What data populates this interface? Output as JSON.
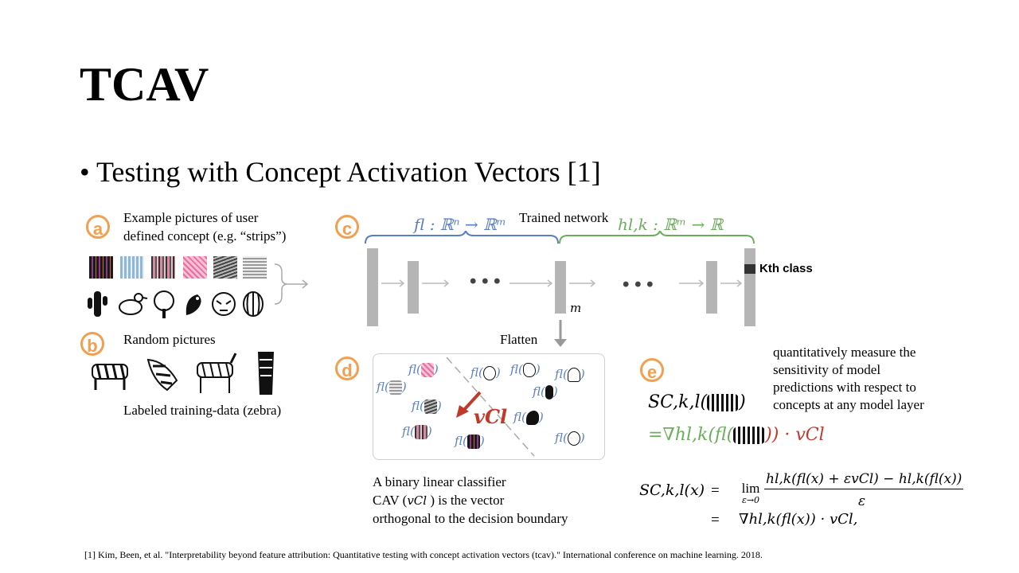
{
  "slide": {
    "title": "TCAV",
    "bullet": "• Testing with Concept Activation Vectors [1]"
  },
  "labels": {
    "a": "a",
    "b": "b",
    "c": "c",
    "d": "d",
    "e": "e"
  },
  "panel_a": {
    "text_line1": "Example pictures of user",
    "text_line2": "defined concept (e.g. “strips”)"
  },
  "panel_b": {
    "random": "Random pictures",
    "labeled": "Labeled training-data (zebra)"
  },
  "panel_c": {
    "network_label": "Trained network",
    "f_formula": "fl : ℝⁿ → ℝᵐ",
    "h_formula": "hl,k : ℝᵐ → ℝ",
    "m_label": "m",
    "k_class": "Kth class",
    "flatten": "Flatten",
    "dots": "• • •"
  },
  "panel_d": {
    "cav_symbol": "vCl",
    "caption_line1": "A binary linear  classifier",
    "caption_line2a": "CAV (",
    "caption_line2b": " ) is the vector",
    "caption_line3": "orthogonal to the decision boundary",
    "fl_text": "fl("
  },
  "panel_e": {
    "desc_line1": "quantitatively  measure the",
    "desc_line2": "sensitivity  of model",
    "desc_line3": "predictions with respect to",
    "desc_line4": "concepts at any model layer",
    "s_left": "SC,k,l(",
    "s_right": ")",
    "grad_eq": "=∇hl,k(fl(",
    "grad_tail": ")) · vCl",
    "formula_lhs": "SC,k,l(x)",
    "eq": "=",
    "lim": "lim",
    "lim_sub": "ε→0",
    "numerator": "hl,k(fl(x) + εvCl) − hl,k(fl(x))",
    "denominator": "ε",
    "line2": "∇hl,k(fl(x)) · vCl,"
  },
  "footnote": "[1] Kim,  Been, et al. \"Interpretability beyond feature attribution: Quantitative testing with concept activation vectors (tcav).\" International conference on machine learning. 2018.",
  "colors": {
    "accent_orange": "#f0a050",
    "blue": "#5b7fc6",
    "green": "#6cae5c",
    "red": "#c0392b",
    "gray_bar": "#b5b5b5"
  },
  "icons": [
    "cactus-icon",
    "bird-icon",
    "tree-icon",
    "parrot-icon",
    "tiger-icon",
    "watermelon-icon",
    "zebra-icon"
  ]
}
